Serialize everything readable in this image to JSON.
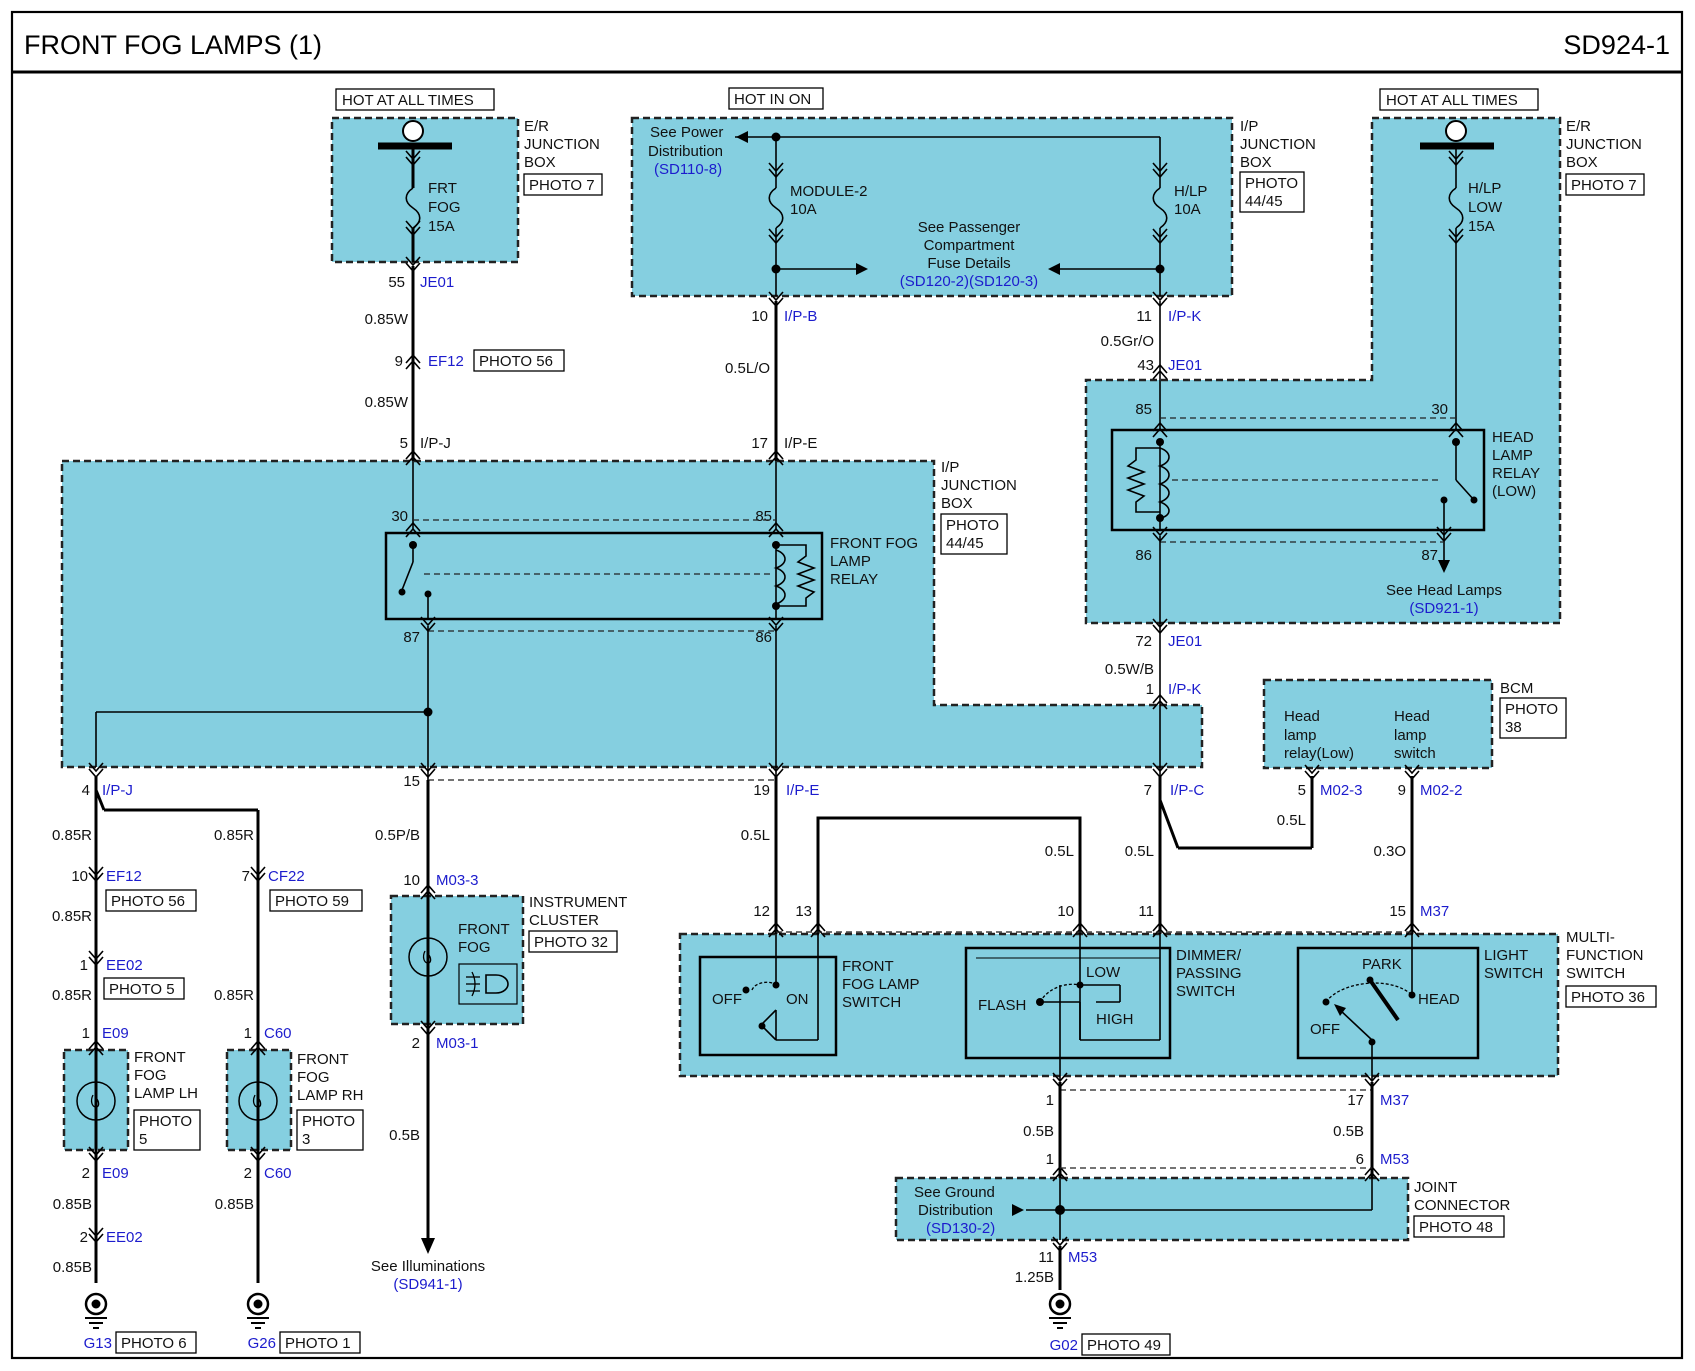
{
  "title": "FRONT FOG LAMPS (1)",
  "code": "SD924-1",
  "hot": {
    "all1": "HOT AT ALL TIMES",
    "on": "HOT IN ON",
    "all2": "HOT AT ALL TIMES"
  },
  "er_left": {
    "name": [
      "E/R",
      "JUNCTION",
      "BOX"
    ],
    "photo": "PHOTO 7",
    "fuse": [
      "FRT",
      "FOG",
      "15A"
    ],
    "pin": "55",
    "conn": "JE01"
  },
  "ip_top": {
    "name": [
      "I/P",
      "JUNCTION",
      "BOX"
    ],
    "photo": [
      "PHOTO",
      "44/45"
    ],
    "see_power": [
      "See Power",
      "Distribution"
    ],
    "see_power_ref": "(SD110-8)",
    "fuse1": [
      "MODULE-2",
      "10A"
    ],
    "fuse2": [
      "H/LP",
      "10A"
    ],
    "see_pass": [
      "See Passenger",
      "Compartment",
      "Fuse Details"
    ],
    "see_pass_ref": "(SD120-2)(SD120-3)",
    "pinB": "10",
    "connB": "I/P-B",
    "pinK": "11",
    "connK": "I/P-K"
  },
  "er_right": {
    "name": [
      "E/R",
      "JUNCTION",
      "BOX"
    ],
    "photo": "PHOTO 7",
    "fuse": [
      "H/LP",
      "LOW",
      "15A"
    ],
    "relay": [
      "HEAD",
      "LAMP",
      "RELAY",
      "(LOW)"
    ],
    "p85": "85",
    "p30": "30",
    "p86": "86",
    "p87": "87",
    "see_head": "See Head Lamps",
    "see_head_ref": "(SD921-1)",
    "pin43": "43",
    "conn43": "JE01",
    "pin72": "72",
    "conn72": "JE01"
  },
  "ip_main": {
    "name": [
      "I/P",
      "JUNCTION",
      "BOX"
    ],
    "photo": [
      "PHOTO",
      "44/45"
    ],
    "relay": [
      "FRONT FOG",
      "LAMP",
      "RELAY"
    ],
    "p30": "30",
    "p85": "85",
    "p87": "87",
    "p86": "86",
    "in1_pin": "5",
    "in1_conn": "I/P-J",
    "in2_pin": "17",
    "in2_conn": "I/P-E",
    "in3_pin": "1",
    "in3_conn": "I/P-K",
    "out1_pin": "4",
    "out1_conn": "I/P-J",
    "out2_pin": "15",
    "out3_pin": "19",
    "out3_conn": "I/P-E",
    "out4_pin": "7",
    "out4_conn": "I/P-C"
  },
  "wires": {
    "w085W_a": "0.85W",
    "w085W_b": "0.85W",
    "ef12_pin": "9",
    "ef12_conn": "EF12",
    "ef12_photo": "PHOTO 56",
    "w05LO": "0.5L/O",
    "w05GrO": "0.5Gr/O",
    "w05WB": "0.5W/B",
    "w085R_1": "0.85R",
    "w085R_2": "0.85R",
    "w085R_3": "0.85R",
    "w085R_4": "0.85R",
    "w085R_5": "0.85R",
    "w05PB": "0.5P/B",
    "w05L_1": "0.5L",
    "w05L_2": "0.5L",
    "w05L_3": "0.5L",
    "w05L_4": "0.5L",
    "w03O": "0.3O",
    "w05B_1": "0.5B",
    "w05B_2": "0.5B",
    "w05B_3": "0.5B",
    "w085B_1": "0.85B",
    "w085B_2": "0.85B",
    "w085B_3": "0.85B",
    "w125B": "1.25B"
  },
  "left_chain": {
    "ef12_pin": "10",
    "ef12_conn": "EF12",
    "ef12_photo": "PHOTO 56",
    "cf22_pin": "7",
    "cf22_conn": "CF22",
    "cf22_photo": "PHOTO 59",
    "ee02_pin": "1",
    "ee02_conn": "EE02",
    "ee02_photo": "PHOTO 5",
    "lh_pin1": "1",
    "lh_conn1": "E09",
    "lh_name": [
      "FRONT",
      "FOG",
      "LAMP LH"
    ],
    "lh_photo": [
      "PHOTO",
      "5"
    ],
    "lh_pin2": "2",
    "lh_conn2": "E09",
    "rh_pin1": "1",
    "rh_conn1": "C60",
    "rh_name": [
      "FRONT",
      "FOG",
      "LAMP RH"
    ],
    "rh_photo": [
      "PHOTO",
      "3"
    ],
    "rh_pin2": "2",
    "rh_conn2": "C60",
    "ee02b_pin": "2",
    "ee02b_conn": "EE02",
    "g13": "G13",
    "g13_photo": "PHOTO 6",
    "g26": "G26",
    "g26_photo": "PHOTO 1"
  },
  "cluster": {
    "pin_in": "10",
    "conn_in": "M03-3",
    "name": [
      "INSTRUMENT",
      "CLUSTER"
    ],
    "photo": "PHOTO 32",
    "label": [
      "FRONT",
      "FOG"
    ],
    "pin_out": "2",
    "conn_out": "M03-1",
    "see_illum": "See Illuminations",
    "see_illum_ref": "(SD941-1)"
  },
  "bcm": {
    "name": "BCM",
    "photo": [
      "PHOTO",
      "38"
    ],
    "col1": [
      "Head",
      "lamp",
      "relay(Low)"
    ],
    "col2": [
      "Head",
      "lamp",
      "switch"
    ],
    "pin1": "5",
    "conn1": "M02-3",
    "pin2": "9",
    "conn2": "M02-2"
  },
  "mfs": {
    "name": [
      "MULTI-",
      "FUNCTION",
      "SWITCH"
    ],
    "photo": "PHOTO 36",
    "pins": [
      "12",
      "13",
      "10",
      "11",
      "15"
    ],
    "conn15": "M37",
    "fog_switch": [
      "FRONT",
      "FOG LAMP",
      "SWITCH"
    ],
    "fog_off": "OFF",
    "fog_on": "ON",
    "dim_switch": [
      "DIMMER/",
      "PASSING",
      "SWITCH"
    ],
    "dim_low": "LOW",
    "dim_flash": "FLASH",
    "dim_high": "HIGH",
    "light_switch": [
      "LIGHT",
      "SWITCH"
    ],
    "lt_park": "PARK",
    "lt_head": "HEAD",
    "lt_off": "OFF",
    "out1_pin": "1",
    "out17_pin": "17",
    "out17_conn": "M37"
  },
  "joint": {
    "name": [
      "JOINT",
      "CONNECTOR"
    ],
    "photo": "PHOTO 48",
    "see_ground": [
      "See Ground",
      "Distribution"
    ],
    "see_ground_ref": "(SD130-2)",
    "pin1": "1",
    "pin6": "6",
    "conn6": "M53",
    "pin11": "11",
    "conn11": "M53",
    "g02": "G02",
    "g02_photo": "PHOTO 49"
  }
}
